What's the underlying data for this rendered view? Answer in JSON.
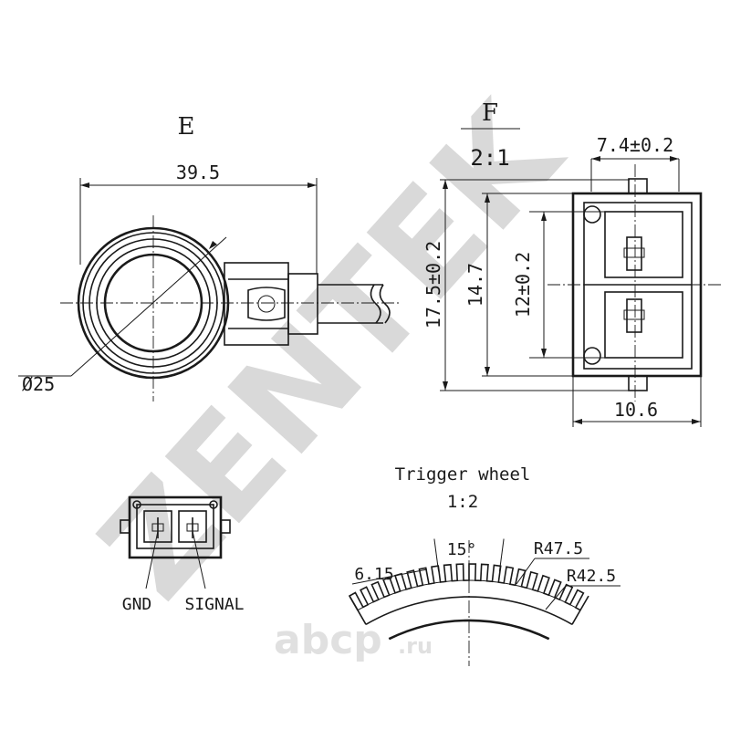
{
  "watermark": {
    "brand": "ZENTEK",
    "site": "abcp",
    "site_suffix": ".ru"
  },
  "view_e": {
    "title": "E",
    "width_dim": "39.5",
    "diameter_dim": "Ø25"
  },
  "view_f": {
    "title": "F",
    "scale": "2:1",
    "top_dim": "7.4±0.2",
    "height_outer": "17.5±0.2",
    "height_inner": "14.7",
    "height_pins": "12±0.2",
    "bottom_dim": "10.6"
  },
  "connector": {
    "gnd_label": "GND",
    "signal_label": "SIGNAL"
  },
  "trigger_wheel": {
    "title": "Trigger wheel",
    "scale": "1:2",
    "angle_dim": "15°",
    "tooth_dim": "6.15",
    "outer_radius": "R47.5",
    "inner_radius": "R42.5"
  }
}
